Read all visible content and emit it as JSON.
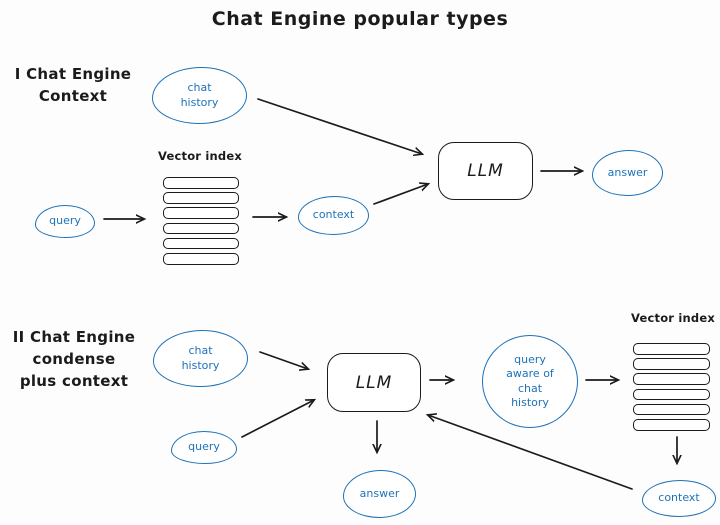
{
  "title": "Chat Engine popular types",
  "colors": {
    "node_blue": "#1d72b8",
    "stroke_ink": "#1b1b1b",
    "background": "#fdfdfd"
  },
  "section1": {
    "heading": "I Chat Engine\nContext",
    "chat_history": "chat\nhistory",
    "query": "query",
    "vector_index_label": "Vector index",
    "context": "context",
    "llm": "LLM",
    "answer": "answer"
  },
  "section2": {
    "heading": "II Chat Engine\ncondense\nplus context",
    "chat_history": "chat\nhistory",
    "query": "query",
    "llm": "LLM",
    "query_aware": "query\naware of\nchat\nhistory",
    "vector_index_label": "Vector index",
    "context": "context",
    "answer": "answer"
  }
}
